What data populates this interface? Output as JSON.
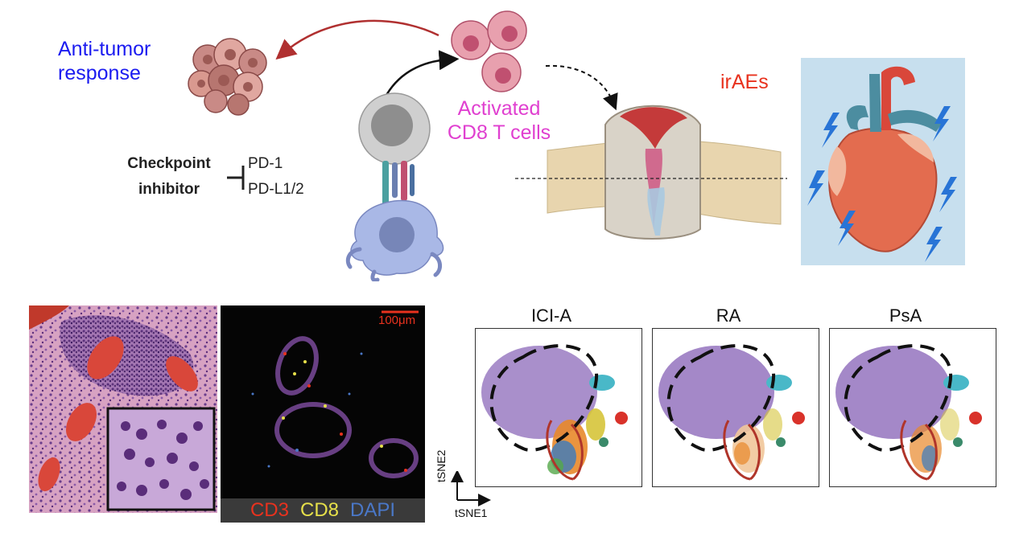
{
  "schematic": {
    "anti_tumor_line1": "Anti-tumor",
    "anti_tumor_line2": "response",
    "activated_line1": "Activated",
    "activated_line2": "CD8 T cells",
    "irAEs": "irAEs",
    "checkpoint_line1": "Checkpoint",
    "checkpoint_line2": "inhibitor",
    "pd1": "PD-1",
    "pdl": "PD-L1/2"
  },
  "colors": {
    "anti_tumor": "#1b1bf0",
    "activated": "#e040d0",
    "irAEs": "#e8321e",
    "arrow_red": "#b03030"
  },
  "if_panel": {
    "scale_bar": "100μm",
    "legend": [
      {
        "label": "CD3",
        "color": "#e8321e"
      },
      {
        "label": "CD8",
        "color": "#e6e04a"
      },
      {
        "label": "DAPI",
        "color": "#4a78c8"
      }
    ]
  },
  "tsne": {
    "panels": [
      {
        "title": "ICI-A"
      },
      {
        "title": "RA"
      },
      {
        "title": "PsA"
      }
    ],
    "x_axis_label": "tSNE1",
    "y_axis_label": "tSNE2"
  },
  "icons": [
    "tumor-cluster-icon",
    "t-cell-icon",
    "dendritic-cell-icon",
    "joint-icon",
    "heart-icon",
    "lightning-icon"
  ]
}
